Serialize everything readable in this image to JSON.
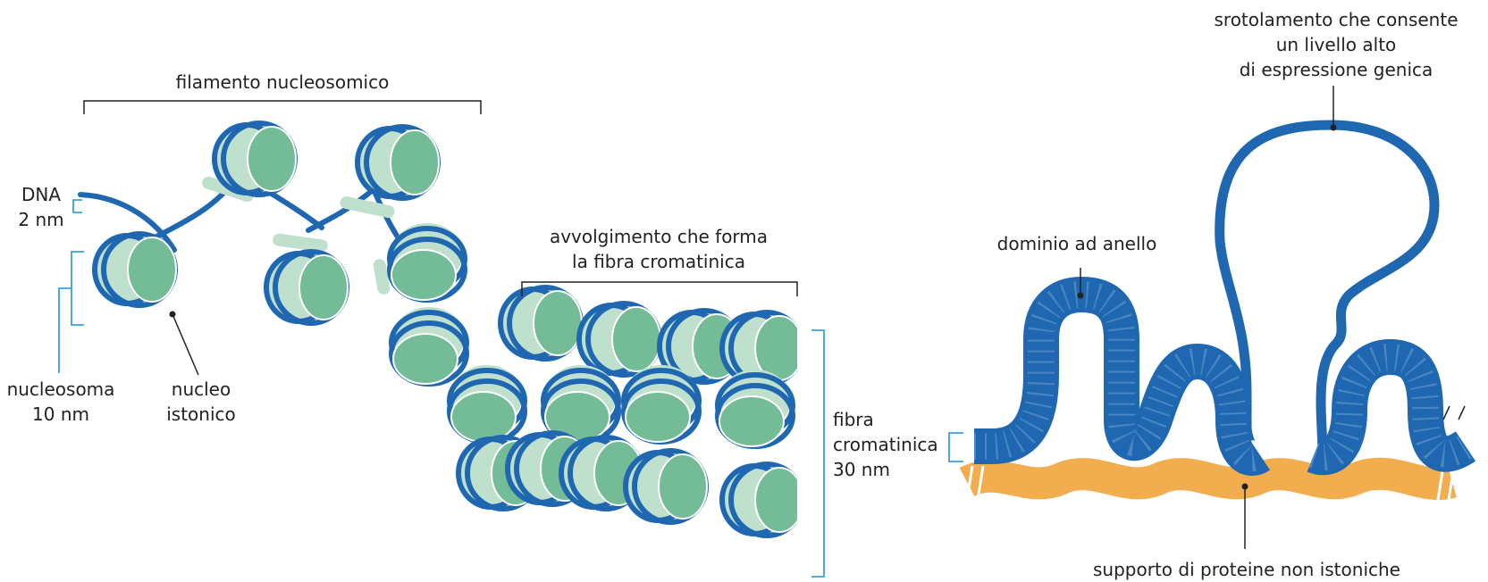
{
  "labels": {
    "filamento": "filamento nucleosomico",
    "dna_line1": "DNA",
    "dna_line2": "2 nm",
    "nucleosoma_line1": "nucleosoma",
    "nucleosoma_line2": "10 nm",
    "nucleo_line1": "nucleo",
    "nucleo_line2": "istonico",
    "avvolgimento_line1": "avvolgimento che forma",
    "avvolgimento_line2": "la fibra cromatinica",
    "fibra_line1": "fibra",
    "fibra_line2": "cromatinica",
    "fibra_line3": "30 nm",
    "dominio": "dominio ad anello",
    "srotolamento_line1": "srotolamento che consente",
    "srotolamento_line2": "un livello alto",
    "srotolamento_line3": "di espressione genica",
    "supporto": "supporto di proteine non istoniche"
  },
  "colors": {
    "dna_blue": "#1f68b1",
    "histone_dark": "#74bc98",
    "histone_light": "#bfe0cd",
    "scaffold_orange": "#f2ad4e",
    "bracket_blue": "#3aa0d8",
    "text": "#222222"
  }
}
